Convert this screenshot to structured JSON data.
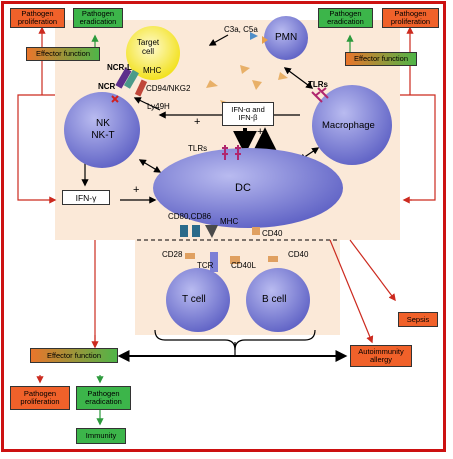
{
  "cells": {
    "target_cell": "Target\ncell",
    "pmn": "PMN",
    "nk": "NK\nNK-T",
    "macrophage": "Macrophage",
    "dc": "DC",
    "t_cell": "T cell",
    "b_cell": "B cell"
  },
  "boxes": {
    "pathogen_proliferation_tl": "Pathogen\nproliferation",
    "pathogen_eradication_tl": "Pathogen\neradication",
    "effector_function_tl": "Effector function",
    "pathogen_eradication_tr": "Pathogen\neradication",
    "pathogen_proliferation_tr": "Pathogen\nproliferation",
    "effector_function_tr": "Effector function",
    "ifn_ab": "IFN-α and\nIFN-β",
    "ifn_g": "IFN-γ",
    "sepsis": "Sepsis",
    "autoimmunity": "Autoimmunity\nallergy",
    "effector_function_bl": "Effector function",
    "pathogen_proliferation_bl": "Pathogen\nproliferation",
    "pathogen_eradication_bl": "Pathogen\neradication",
    "immunity": "Immunity"
  },
  "labels": {
    "c3a_c5a": "C3a, C5a",
    "ncr_l": "NCR-L",
    "mhc_target": "MHC",
    "ncr": "NCR",
    "cd94": "CD94/NKG2",
    "ly49h": "Ly49H",
    "tlrs_mac": "TLRs",
    "tlrs_dc": "TLRs",
    "cd80_cd86": "CD80,CD86",
    "mhc_dc": "MHC",
    "cd40_dc": "CD40",
    "cd28": "CD28",
    "tcr": "TCR",
    "cd40l": "CD40L",
    "cd40_b": "CD40",
    "plus_1": "+",
    "plus_2": "+",
    "plus_3": "+"
  },
  "colors": {
    "frame": "#cc1111",
    "panel": "#fbe9d8",
    "cell_fill": "#7d80d6",
    "target_cell": "#f3e61a",
    "box_orange": "#f0612a",
    "box_green": "#3cb54a",
    "arrow_red": "#cc2a1f",
    "arrow_green": "#2c9a3c"
  }
}
